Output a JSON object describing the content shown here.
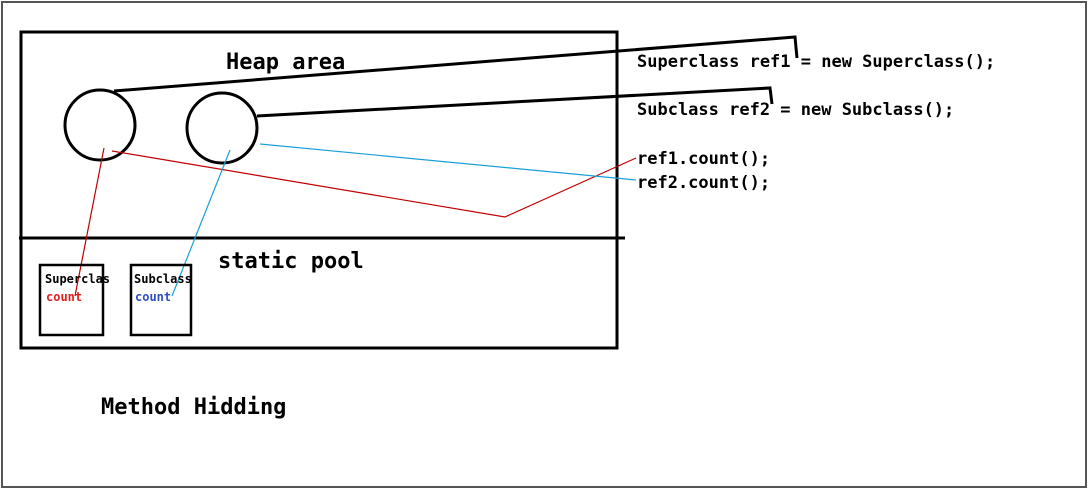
{
  "heap": {
    "label": "Heap area"
  },
  "static_pool": {
    "label": "static pool"
  },
  "superclass_box": {
    "name": "Superclas",
    "field": "count"
  },
  "subclass_box": {
    "name": "Subclass",
    "field": "count"
  },
  "code": {
    "line1": "Superclass ref1 = new Superclass();",
    "line2": "Subclass ref2 = new Subclass();",
    "line3": "ref1.count();",
    "line4": "ref2.count();"
  },
  "caption": "Method Hidding",
  "colors": {
    "outline": "#555555",
    "stroke": "#000000",
    "superclass_link": "#c00000",
    "subclass_link": "#1aa0d8",
    "superclass_field": "#e02020",
    "subclass_field": "#3050c0"
  }
}
